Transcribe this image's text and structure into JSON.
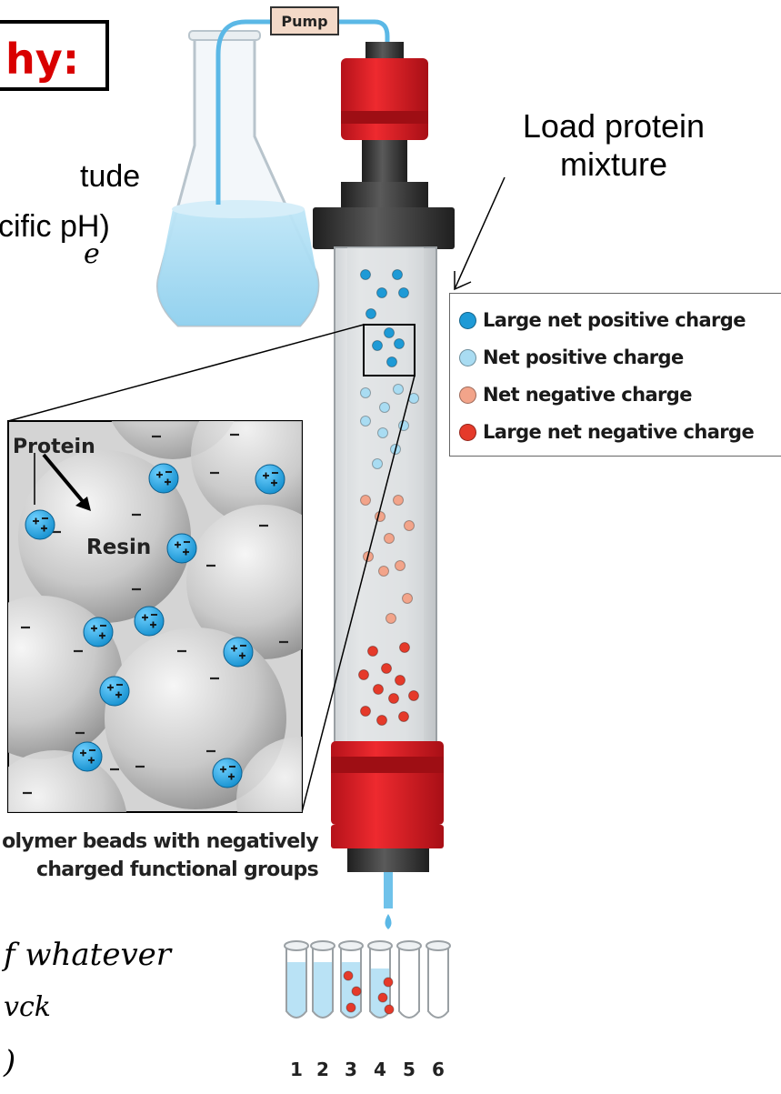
{
  "title_fragment": "hy:",
  "side_text": {
    "line1": "tude",
    "line2": "cific pH)"
  },
  "handwriting": {
    "line1": "e",
    "line2": "f  whatever",
    "line3": "vck",
    "line4": ")"
  },
  "pump_label": "Pump",
  "load_label": "Load protein mixture",
  "legend": [
    {
      "label": "Large net positive charge",
      "color": "#1e9ad6"
    },
    {
      "label": "Net positive charge",
      "color": "#a9dcf2"
    },
    {
      "label": "Net negative charge",
      "color": "#f2a48a"
    },
    {
      "label": "Large net negative charge",
      "color": "#e53a2a"
    }
  ],
  "inset": {
    "protein_label": "Protein",
    "resin_label": "Resin"
  },
  "caption": {
    "line1": "olymer beads with negatively",
    "line2": "charged functional groups"
  },
  "tubes": [
    "1",
    "2",
    "3",
    "4",
    "5",
    "6"
  ],
  "colors": {
    "column_red": "#e11b22",
    "column_dark": "#3a3a3a",
    "liquid_blue": "#a9dcf2",
    "title_red": "#d90000"
  }
}
